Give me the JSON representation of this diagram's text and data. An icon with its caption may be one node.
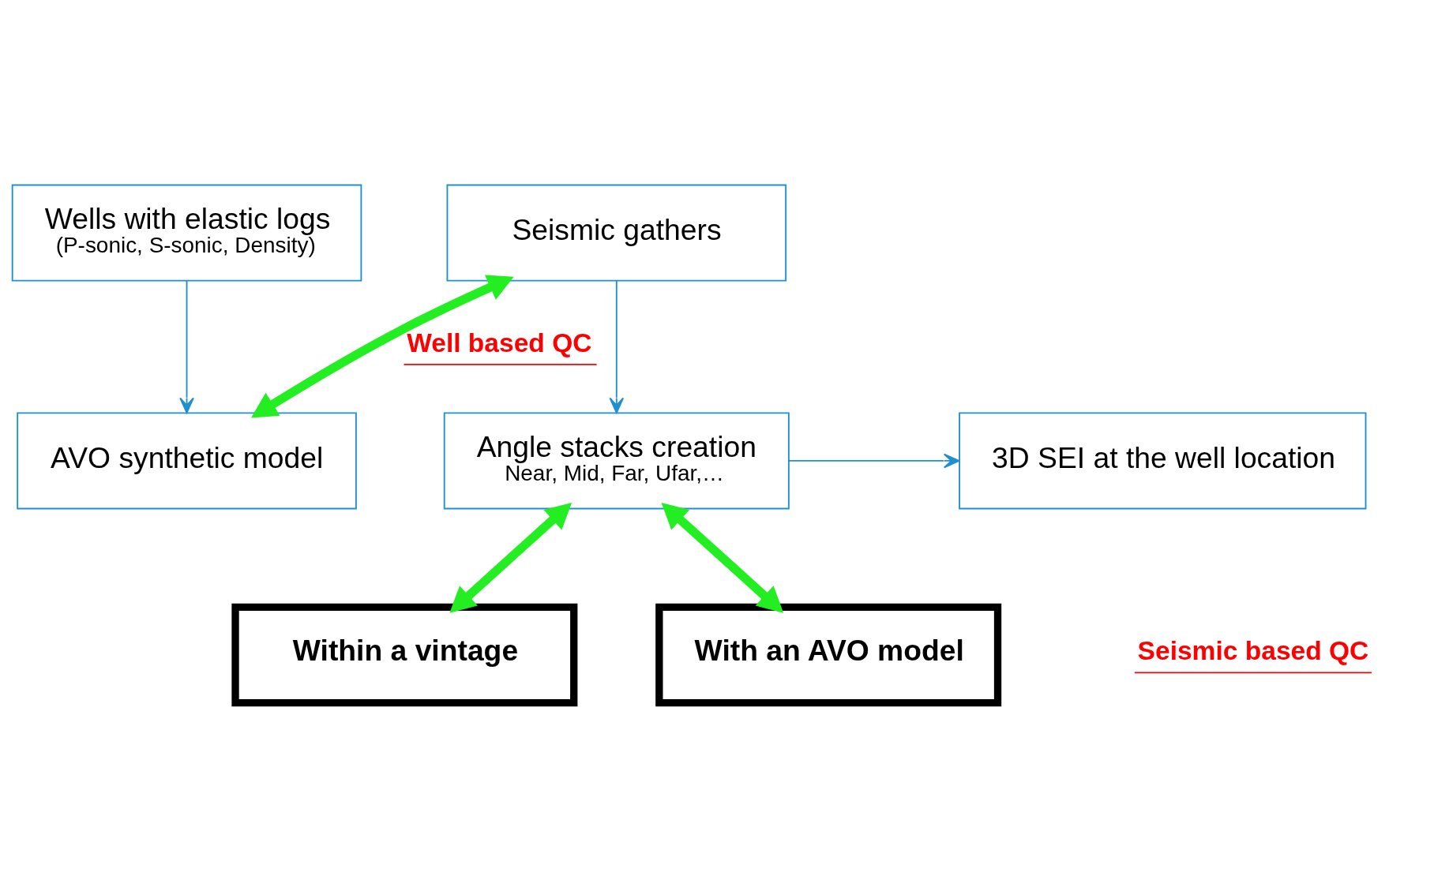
{
  "diagram": {
    "nodes": [
      {
        "text": [
          "Wells with elastic logs",
          "(P-sonic, S-sonic, Density)"
        ]
      },
      {
        "text": [
          "Seismic gathers"
        ]
      },
      {
        "text": [
          "AVO synthetic model"
        ]
      },
      {
        "text": [
          "Angle stacks creation",
          "Near, Mid, Far, Ufar,…"
        ]
      },
      {
        "text": [
          "3D SEI at the well location"
        ]
      },
      {
        "text": [
          "Within a vintage"
        ]
      },
      {
        "text": [
          "With an AVO model"
        ]
      }
    ],
    "edges": [
      {
        "from": 0,
        "to": 2,
        "arrow": "to",
        "color": "#1f8fcf"
      },
      {
        "from": 1,
        "to": 3,
        "arrow": "to",
        "color": "#1f8fcf"
      },
      {
        "from": 3,
        "to": 4,
        "arrow": "to",
        "color": "#1f8fcf"
      },
      {
        "from": 1,
        "to": 2,
        "arrow": "both",
        "style": "thick",
        "color": "#22ee22",
        "label": "Well based QC"
      },
      {
        "from": 3,
        "to": 5,
        "arrow": "both",
        "style": "thick",
        "color": "#22ee22"
      },
      {
        "from": 3,
        "to": 6,
        "arrow": "both",
        "style": "thick",
        "color": "#22ee22"
      }
    ],
    "labels": [
      "Seismic based QC"
    ]
  }
}
